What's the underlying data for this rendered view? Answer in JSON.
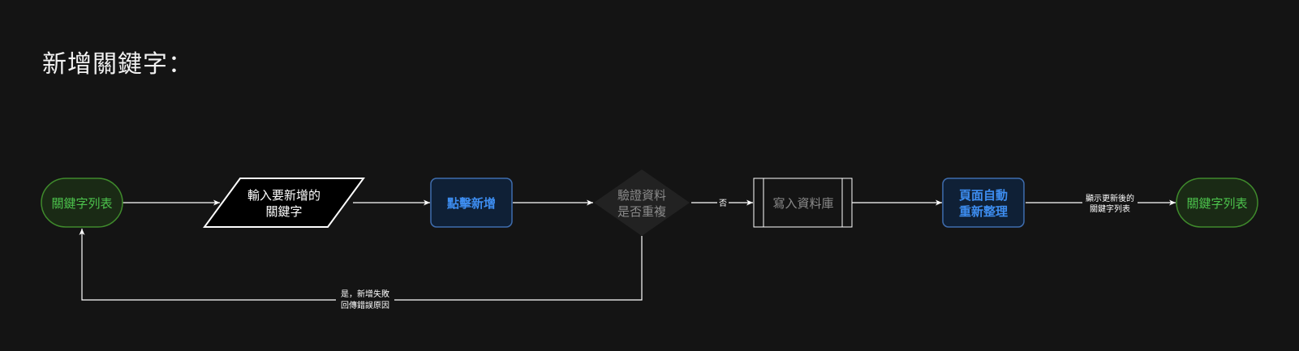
{
  "title": "新增關鍵字：",
  "nodes": {
    "start": {
      "text": "關鍵字列表"
    },
    "input": {
      "lines": [
        "輸入要新增的",
        "關鍵字"
      ]
    },
    "click_add": {
      "text": "點擊新增"
    },
    "validate": {
      "lines": [
        "驗證資料",
        "是否重複"
      ]
    },
    "write_db": {
      "text": "寫入資料庫"
    },
    "refresh": {
      "lines": [
        "頁面自動",
        "重新整理"
      ]
    },
    "end": {
      "text": "關鍵字列表"
    }
  },
  "edges": {
    "no": {
      "label": "否"
    },
    "display": {
      "lines": [
        "顯示更新後的",
        "關鍵字列表"
      ]
    },
    "yes_fail": {
      "lines": [
        "是，新增失敗",
        "回傳錯誤原因"
      ]
    }
  },
  "colors": {
    "background": "#141414",
    "terminal_fill": "#1a2a15",
    "terminal_stroke": "#3f8a2c",
    "terminal_text": "#4cc24c",
    "process_fill": "#0f2036",
    "process_stroke": "#3f6dae",
    "process_text": "#3d8df0",
    "decision_fill": "#222222",
    "decision_text": "#8a8a8a",
    "line": "#ffffff"
  }
}
